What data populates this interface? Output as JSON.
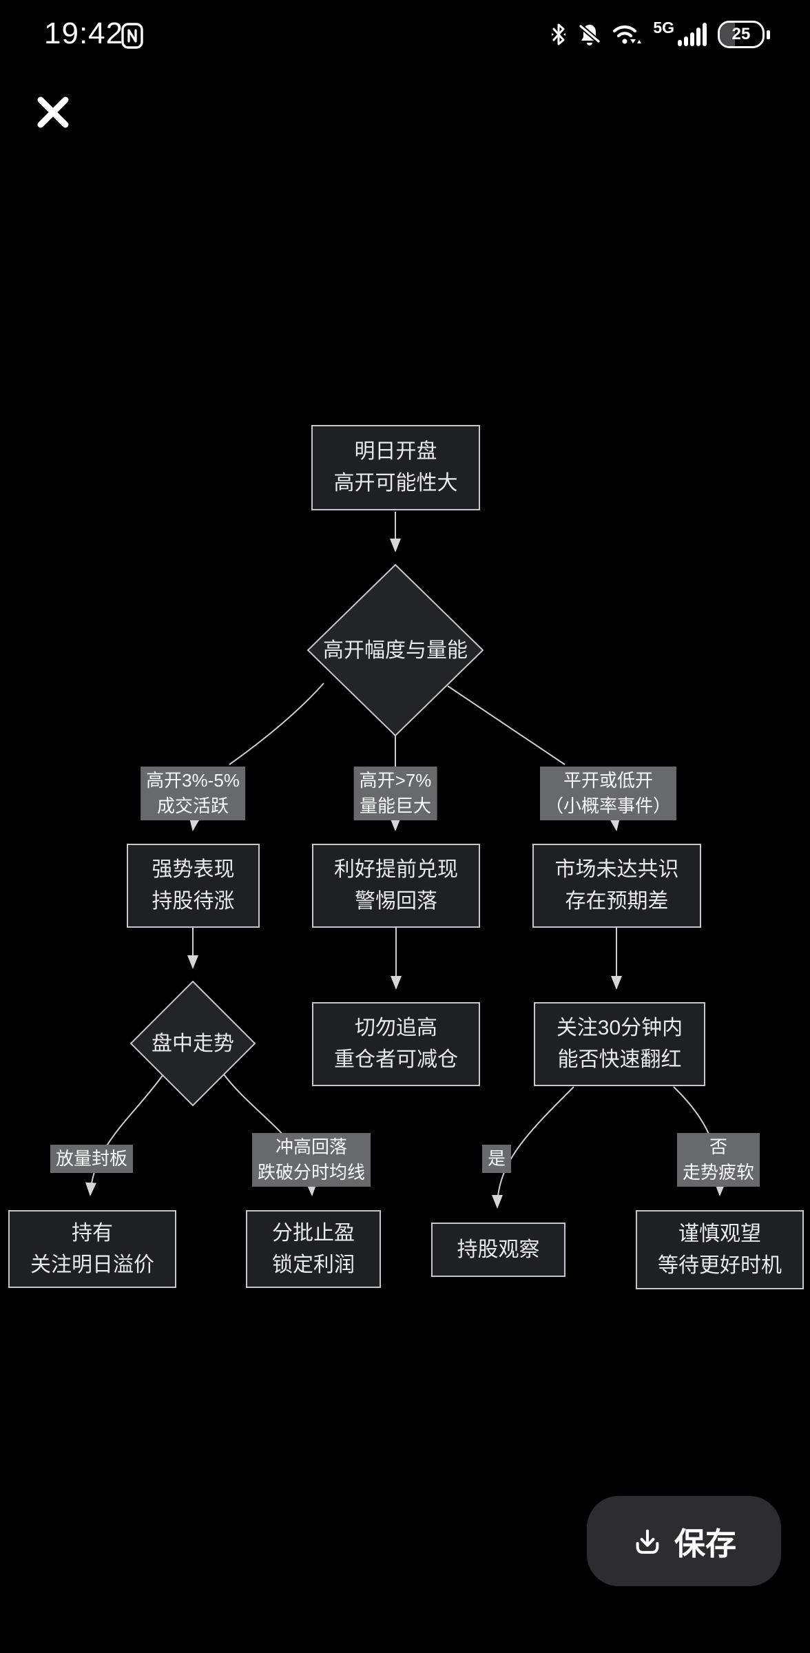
{
  "status_bar": {
    "time": "19:42",
    "network_label": "5G",
    "battery_percent": "25",
    "icons": [
      "nfc-icon",
      "bluetooth-icon",
      "notifications-off-icon",
      "wifi-icon",
      "signal-strength-icon",
      "battery-icon"
    ]
  },
  "toolbar": {
    "close_icon": "close-icon"
  },
  "flowchart": {
    "start": [
      "明日开盘",
      "高开可能性大"
    ],
    "decision1": [
      "高开幅度与量能"
    ],
    "cond_open_3_5": [
      "高开3%-5%",
      "成交活跃"
    ],
    "cond_open_7": [
      "高开>7%",
      "量能巨大"
    ],
    "cond_flat": [
      "平开或低开",
      "（小概率事件）"
    ],
    "box_strong": [
      "强势表现",
      "持股待涨"
    ],
    "box_realized": [
      "利好提前兑现",
      "警惕回落"
    ],
    "box_consensus": [
      "市场未达共识",
      "存在预期差"
    ],
    "decision2": [
      "盘中走势"
    ],
    "box_no_chase": [
      "切勿追高",
      "重仓者可减仓"
    ],
    "box_watch_30": [
      "关注30分钟内",
      "能否快速翻红"
    ],
    "cond_limit_up": [
      "放量封板"
    ],
    "cond_fall_back": [
      "冲高回落",
      "跌破分时均线"
    ],
    "cond_yes": [
      "是"
    ],
    "cond_no": [
      "否",
      "走势疲软"
    ],
    "box_hold": [
      "持有",
      "关注明日溢价"
    ],
    "box_take_profit": [
      "分批止盈",
      "锁定利润"
    ],
    "box_observe": [
      "持股观察"
    ],
    "box_wait": [
      "谨慎观望",
      "等待更好时机"
    ]
  },
  "footer": {
    "save_label": "保存"
  },
  "colors": {
    "background": "#000000",
    "node_fill": "#1e2023",
    "node_border": "#c6c8ca",
    "condition_bg": "#68696b",
    "connector": "#cfcfcf",
    "save_button_bg": "#2d2d2f"
  }
}
